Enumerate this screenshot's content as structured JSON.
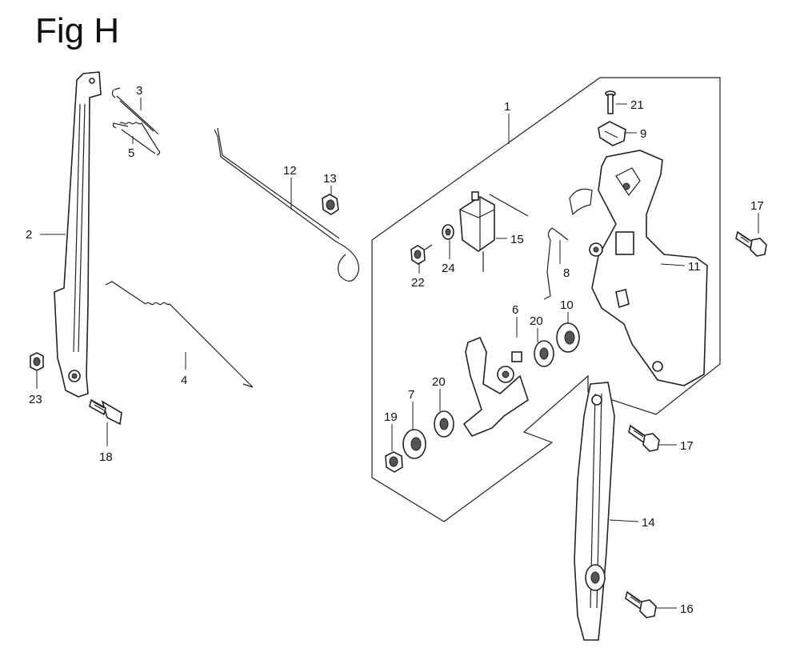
{
  "title": "Fig H",
  "callouts": [
    {
      "id": "c1",
      "text": "1"
    },
    {
      "id": "c2",
      "text": "2"
    },
    {
      "id": "c3",
      "text": "3"
    },
    {
      "id": "c4",
      "text": "4"
    },
    {
      "id": "c5",
      "text": "5"
    },
    {
      "id": "c6",
      "text": "6"
    },
    {
      "id": "c7",
      "text": "7"
    },
    {
      "id": "c8",
      "text": "8"
    },
    {
      "id": "c9",
      "text": "9"
    },
    {
      "id": "c10",
      "text": "10"
    },
    {
      "id": "c11",
      "text": "11"
    },
    {
      "id": "c12",
      "text": "12"
    },
    {
      "id": "c13",
      "text": "13"
    },
    {
      "id": "c14",
      "text": "14"
    },
    {
      "id": "c15",
      "text": "15"
    },
    {
      "id": "c16",
      "text": "16"
    },
    {
      "id": "c17a",
      "text": "17"
    },
    {
      "id": "c17b",
      "text": "17"
    },
    {
      "id": "c18",
      "text": "18"
    },
    {
      "id": "c19",
      "text": "19"
    },
    {
      "id": "c20a",
      "text": "20"
    },
    {
      "id": "c20b",
      "text": "20"
    },
    {
      "id": "c21",
      "text": "21"
    },
    {
      "id": "c22",
      "text": "22"
    },
    {
      "id": "c23",
      "text": "23"
    },
    {
      "id": "c24",
      "text": "24"
    }
  ]
}
